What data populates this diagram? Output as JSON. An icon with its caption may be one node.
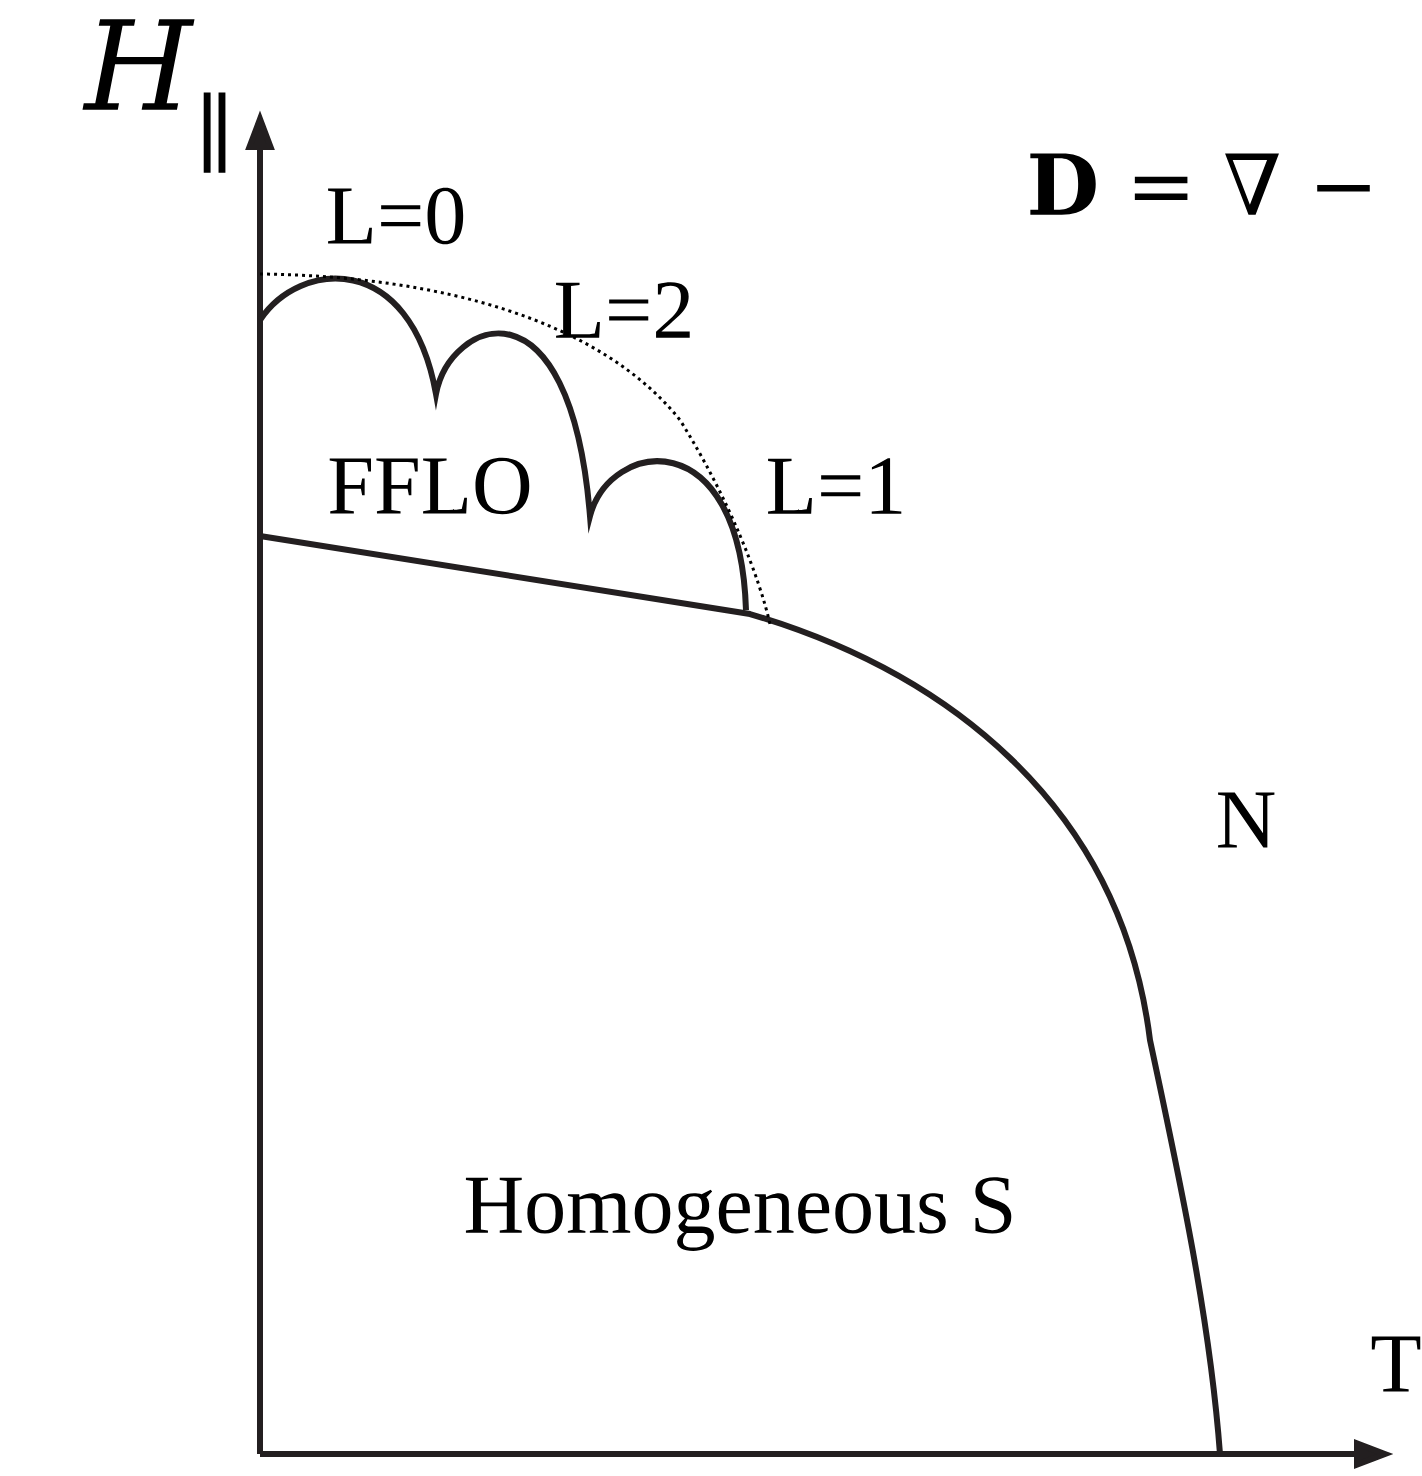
{
  "diagram": {
    "labels": [
      "*H*$_{∥}$",
      "L=0",
      "**D** = ∇ −",
      "L=2",
      "FFLO",
      "L=1",
      "N",
      "Homogeneous S",
      "T"
    ]
  }
}
